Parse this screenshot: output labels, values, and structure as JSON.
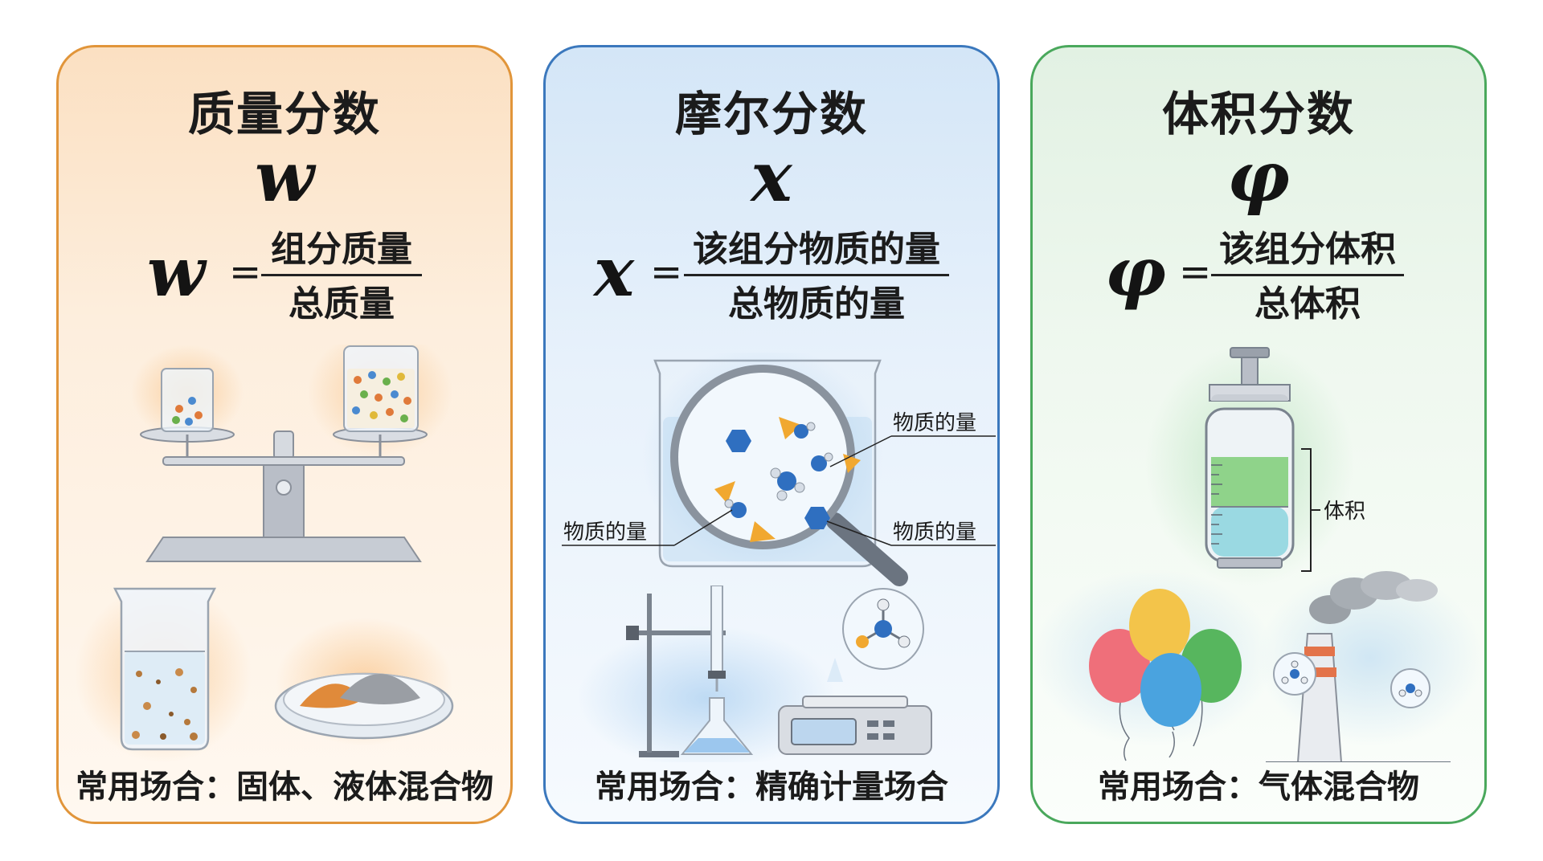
{
  "cards": [
    {
      "title": "质量分数",
      "symbol": "w",
      "formula": {
        "lhs": "w",
        "eq": "=",
        "numerator": "组分质量",
        "denominator": "总质量"
      },
      "usage": "常用场合：固体、液体混合物",
      "accent": "#e1953a"
    },
    {
      "title": "摩尔分数",
      "symbol": "x",
      "formula": {
        "lhs": "x",
        "eq": "=",
        "numerator": "该组分物质的量",
        "denominator": "总物质的量"
      },
      "callouts": [
        "物质的量",
        "物质的量",
        "物质的量"
      ],
      "usage": "常用场合：精确计量场合",
      "accent": "#3b78bd"
    },
    {
      "title": "体积分数",
      "symbol": "φ",
      "formula": {
        "lhs": "φ",
        "eq": "=",
        "numerator": "该组分体积",
        "denominator": "总体积"
      },
      "callouts": [
        "体积"
      ],
      "usage": "常用场合：气体混合物",
      "accent": "#4aa85c"
    }
  ]
}
